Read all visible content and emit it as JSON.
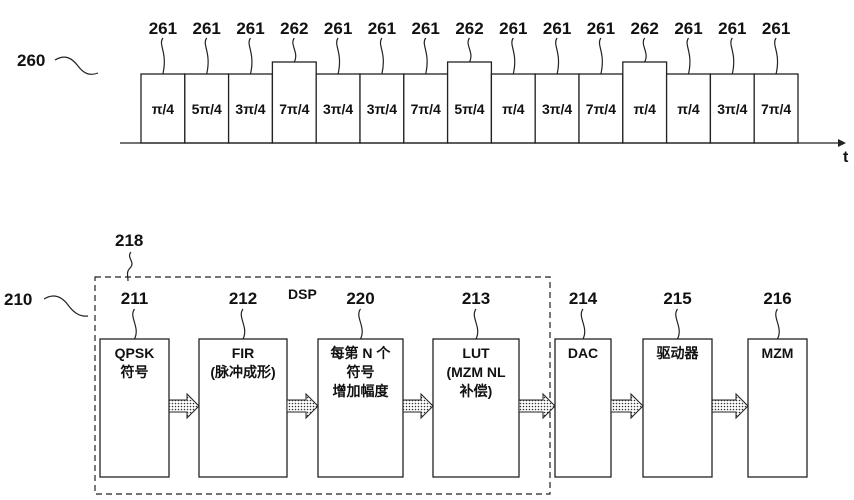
{
  "timeline": {
    "ref": "260",
    "axis_label": "t",
    "slots": [
      {
        "ref": "261",
        "label": "π/4",
        "type": "low"
      },
      {
        "ref": "261",
        "label": "5π/4",
        "type": "low"
      },
      {
        "ref": "261",
        "label": "3π/4",
        "type": "low"
      },
      {
        "ref": "262",
        "label": "7π/4",
        "type": "high"
      },
      {
        "ref": "261",
        "label": "3π/4",
        "type": "low"
      },
      {
        "ref": "261",
        "label": "3π/4",
        "type": "low"
      },
      {
        "ref": "261",
        "label": "7π/4",
        "type": "low"
      },
      {
        "ref": "262",
        "label": "5π/4",
        "type": "high"
      },
      {
        "ref": "261",
        "label": "π/4",
        "type": "low"
      },
      {
        "ref": "261",
        "label": "3π/4",
        "type": "low"
      },
      {
        "ref": "261",
        "label": "7π/4",
        "type": "low"
      },
      {
        "ref": "262",
        "label": "π/4",
        "type": "high"
      },
      {
        "ref": "261",
        "label": "π/4",
        "type": "low"
      },
      {
        "ref": "261",
        "label": "3π/4",
        "type": "low"
      },
      {
        "ref": "261",
        "label": "7π/4",
        "type": "low"
      }
    ]
  },
  "block_diagram": {
    "system_ref": "210",
    "dsp_ref": "218",
    "dsp_label": "DSP",
    "blocks": [
      {
        "ref": "211",
        "lines": [
          "QPSK",
          "符号"
        ]
      },
      {
        "ref": "212",
        "lines": [
          "FIR",
          "(脉冲成形)"
        ]
      },
      {
        "ref": "220",
        "lines": [
          "每第 N 个",
          "符号",
          "增加幅度"
        ]
      },
      {
        "ref": "213",
        "lines": [
          "LUT",
          "(MZM NL",
          "补偿)"
        ]
      },
      {
        "ref": "214",
        "lines": [
          "DAC"
        ]
      },
      {
        "ref": "215",
        "lines": [
          "驱动器"
        ]
      },
      {
        "ref": "216",
        "lines": [
          "MZM"
        ]
      }
    ]
  }
}
